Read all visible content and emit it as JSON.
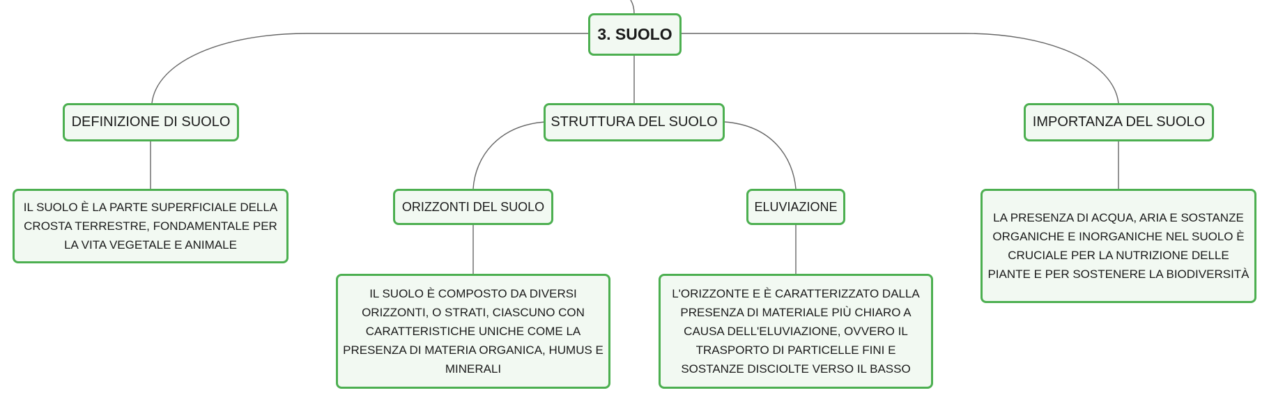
{
  "colors": {
    "node_border": "#4caf50",
    "node_fill": "#f2f9f2",
    "edge": "#666666"
  },
  "map": {
    "root": {
      "label": "3. SUOLO"
    },
    "topics": [
      {
        "label": "DEFINIZIONE DI SUOLO",
        "note": "IL SUOLO È LA PARTE SUPERFICIALE DELLA CROSTA TERRESTRE, FONDAMENTALE PER LA VITA VEGETALE E ANIMALE"
      },
      {
        "label": "STRUTTURA DEL SUOLO",
        "children": [
          {
            "label": "ORIZZONTI DEL SUOLO",
            "note": "IL SUOLO È COMPOSTO DA DIVERSI ORIZZONTI, O STRATI, CIASCUNO CON CARATTERISTICHE UNICHE COME LA PRESENZA DI MATERIA ORGANICA, HUMUS E MINERALI"
          },
          {
            "label": "ELUVIAZIONE",
            "note": "L'ORIZZONTE E È CARATTERIZZATO DALLA PRESENZA DI MATERIALE PIÙ CHIARO A CAUSA DELL'ELUVIAZIONE, OVVERO IL TRASPORTO DI PARTICELLE FINI E SOSTANZE DISCIOLTE VERSO IL BASSO"
          }
        ]
      },
      {
        "label": "IMPORTANZA DEL SUOLO",
        "note": "LA PRESENZA DI ACQUA, ARIA E SOSTANZE ORGANICHE E INORGANICHE NEL SUOLO È CRUCIALE PER LA NUTRIZIONE DELLE PIANTE E PER SOSTENERE LA BIODIVERSITÀ"
      }
    ]
  }
}
